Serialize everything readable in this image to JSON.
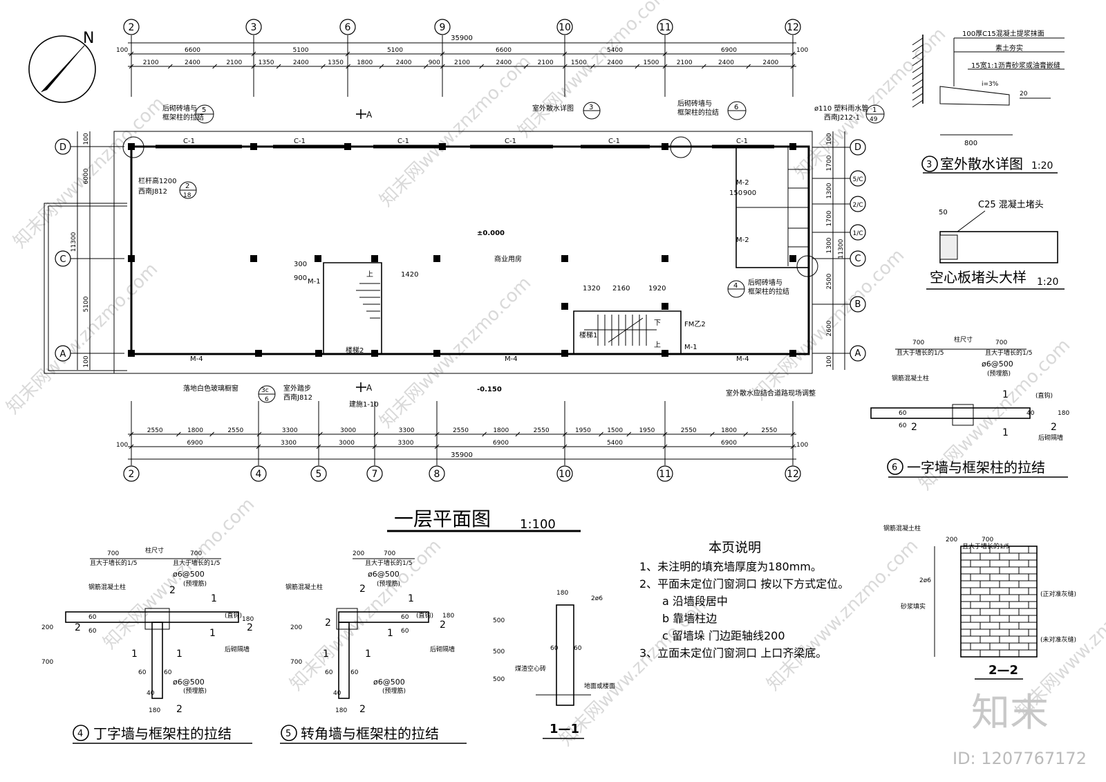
{
  "plan": {
    "title": "一层平面图",
    "scale": "1:100",
    "top_axes": [
      "2",
      "3",
      "6",
      "9",
      "10",
      "11",
      "12"
    ],
    "bottom_axes": [
      "2",
      "4",
      "5",
      "7",
      "8",
      "10",
      "11",
      "12"
    ],
    "left_axes": [
      "D",
      "C",
      "A"
    ],
    "right_axes": [
      "D",
      "5/C",
      "2/C",
      "1/C",
      "C",
      "B",
      "A"
    ],
    "total_dim": "35900",
    "top_row1": [
      "6600",
      "5100",
      "5100",
      "6600",
      "5400",
      "6900"
    ],
    "top_row2": [
      "2100",
      "2400",
      "2100",
      "1350",
      "2400",
      "1350",
      "1800",
      "2400",
      "900",
      "2100",
      "2400",
      "2100",
      "1500",
      "2400",
      "1500",
      "2100",
      "2400",
      "2400"
    ],
    "bottom_row1": [
      "2550",
      "1800",
      "2550",
      "3300",
      "3000",
      "3300",
      "2550",
      "1800",
      "2550",
      "1950",
      "1500",
      "1950",
      "2550",
      "1800",
      "2550"
    ],
    "bottom_row2": [
      "6900",
      "3300",
      "3000",
      "3300",
      "6900",
      "5400",
      "6900"
    ],
    "edge_dim": "100",
    "left_dims": [
      "100",
      "6000",
      "5100",
      "100"
    ],
    "left_total": "11300",
    "right_dims": [
      "100",
      "1700",
      "1300",
      "1700",
      "1300",
      "2500",
      "2600",
      "100"
    ],
    "right_total": "11300",
    "window_labels": [
      "C-1",
      "C-1",
      "C-1",
      "C-1",
      "C-1",
      "C-1"
    ],
    "door_labels": [
      "M-4",
      "M-4",
      "M-4"
    ],
    "room_label": "商业用房",
    "elev_main": "±0.000",
    "elev_outside": "-0.150",
    "stair2_label": "楼梯2",
    "stair1_label": "楼梯1",
    "stair_up": "上",
    "stair_down": "下",
    "stair_dims": [
      "1320",
      "2160",
      "1920"
    ],
    "m1": "M-1",
    "m2": "M-2",
    "fm": "FM乙2",
    "dim_900": "900",
    "dim_300": "300",
    "dim_1420": "1420",
    "dim_150": "150",
    "section_mark_top": "A",
    "section_mark_bottom": "A",
    "note_tie1": "后砌砖墙与",
    "note_tie2": "框架柱的拉结",
    "note_tie_num_a": "5",
    "note_tie_num_b": "6",
    "note_tie_num_c": "4",
    "note_apron": "室外散水详图",
    "note_apron_num": "3",
    "note_pipe": "ø110 塑料雨水管",
    "note_pipe2": "西南J212-1",
    "note_pipe_num": "1",
    "note_pipe_den": "49",
    "note_rail": "栏杆高1200",
    "note_rail2": "西南J812",
    "note_rail_num": "2",
    "note_rail_den": "18",
    "note_window": "落地白色玻璃橱窗",
    "note_step": "室外踏步",
    "note_step2": "西南J812",
    "note_step_num": "3c",
    "note_step_den": "6",
    "note_build": "建施1-10",
    "note_apron_adjust": "室外散水应结合道路现场调整"
  },
  "detail3": {
    "title": "室外散水详图",
    "num": "3",
    "scale": "1:20",
    "l1": "100厚C15混凝土提浆抹面",
    "l2": "素土夯实",
    "l3": "15宽1:1沥青砂浆或油膏嵌缝",
    "slope": "i=3%",
    "d20": "20",
    "d800": "800"
  },
  "detailPlug": {
    "title": "空心板堵头大样",
    "scale": "1:20",
    "l1": "C25 混凝土堵头",
    "d50": "50"
  },
  "detail6": {
    "title": "一字墙与框架柱的拉结",
    "num": "6",
    "col": "柱尺寸",
    "d700": "700",
    "half": "且大于墙长的1/5",
    "rebar": "ø6@500",
    "rebar2": "(预埋筋)",
    "rc": "钢筋混凝土柱",
    "back": "后砌隔墙",
    "s1": "1",
    "s2": "2",
    "d60": "60",
    "d180": "180",
    "d40": "40",
    "hook": "(直钩)"
  },
  "detail4": {
    "title": "丁字墙与框架柱的拉结",
    "num": "4",
    "col": "柱尺寸",
    "d700": "700",
    "half": "且大于墙长的1/5",
    "rebar": "ø6@500",
    "rebar2": "(预埋筋)",
    "rc": "钢筋混凝土柱",
    "back": "后砌隔墙",
    "d200": "200",
    "d60": "60",
    "d180": "180",
    "d40": "40",
    "s1": "1",
    "s2": "2",
    "hook": "(直钩)"
  },
  "detail5": {
    "title": "转角墙与框架柱的拉结",
    "num": "5",
    "d200": "200",
    "half": "且大于墙长的1/5",
    "rebar": "ø6@500",
    "rebar2": "(预埋筋)",
    "rc": "钢筋混凝土柱",
    "back": "后砌隔墙",
    "d700": "700",
    "d60": "60",
    "d180": "180",
    "d40": "40",
    "s1": "1",
    "s2": "2",
    "hook": "(直钩)"
  },
  "section11": {
    "title": "1—1",
    "d180": "180",
    "d500": "500",
    "d60": "60",
    "rebar": "2ø6",
    "brick": "煤渣空心砖",
    "floor": "地面或楼面"
  },
  "section22": {
    "title": "2—2",
    "d200": "200",
    "d700": "700",
    "half": "且大于墙长的1/5",
    "rc": "钢筋混凝土柱",
    "rebar": "2ø6",
    "mortar": "砂浆填实",
    "joint1": "(正对准灰缝)",
    "joint2": "(未对准灰缝)"
  },
  "notes": {
    "title": "本页说明",
    "items": [
      "1、未注明的填充墙厚度为180mm。",
      "2、平面未定位门窗洞口  按以下方式定位。",
      "a   沿墙段居中",
      "b   靠墙柱边",
      "c   留墙垛  门边距轴线200",
      "3、立面未定位门窗洞口  上口齐梁底。"
    ]
  },
  "branding": {
    "logo": "知末",
    "id": "ID: 1207767172",
    "watermark": "知末网www.znzmo.com"
  }
}
